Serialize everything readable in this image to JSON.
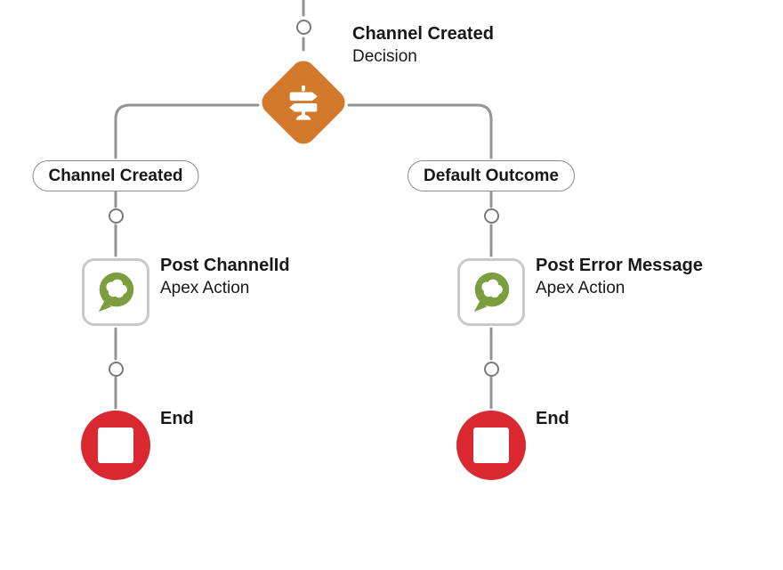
{
  "colors": {
    "decision": "#d2792b",
    "action": "#7c9e3e",
    "end": "#d92830",
    "connector": "#949494",
    "text": "#181818"
  },
  "decision": {
    "title": "Channel Created",
    "subtitle": "Decision",
    "icon": "signpost-decision-icon"
  },
  "branches": [
    {
      "outcome": "Channel Created",
      "action": {
        "title": "Post ChannelId",
        "subtitle": "Apex Action",
        "icon": "chat-bubble-icon"
      },
      "end": {
        "label": "End",
        "icon": "stop-square-icon"
      }
    },
    {
      "outcome": "Default Outcome",
      "action": {
        "title": "Post Error Message",
        "subtitle": "Apex Action",
        "icon": "chat-bubble-icon"
      },
      "end": {
        "label": "End",
        "icon": "stop-square-icon"
      }
    }
  ]
}
